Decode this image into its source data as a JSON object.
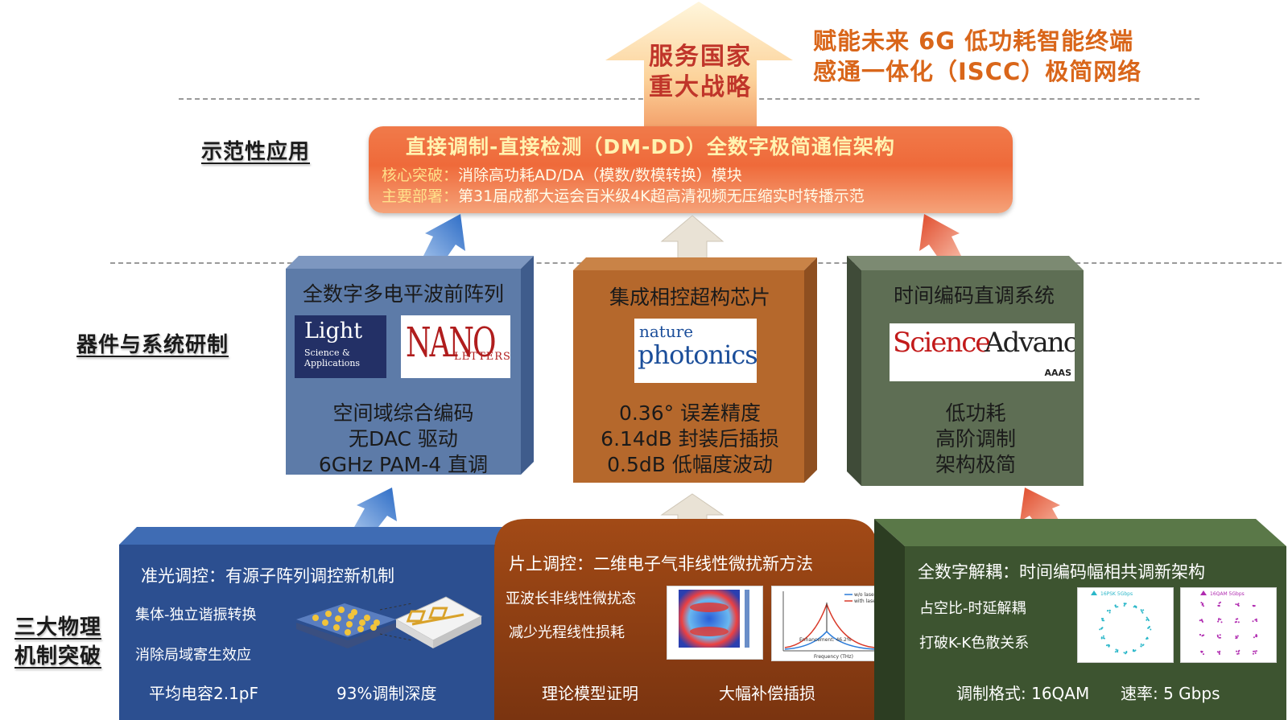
{
  "top": {
    "arrow_text_1": "服务国家",
    "arrow_text_2": "重大战略",
    "goal_line_1": "赋能未来 6G 低功耗智能终端",
    "goal_line_2": "感通一体化（ISCC）极简网络"
  },
  "layers": {
    "application": "示范性应用",
    "device": "器件与系统研制",
    "physics_line_1": "三大物理",
    "physics_line_2": "机制突破"
  },
  "application": {
    "title": "直接调制-直接检测（DM-DD）全数字极简通信架构",
    "breakthrough_key": "核心突破：",
    "breakthrough_val": "消除高功耗AD/DA（模数/数模转换）模块",
    "deploy_key": "主要部署：",
    "deploy_val": "第31届成都大运会百米级4K超高清视频无压缩实时转播示范"
  },
  "devices": [
    {
      "title": "全数字多电平波前阵列",
      "lines": [
        "空间域综合编码",
        "无DAC 驱动",
        "6GHz PAM-4 直调"
      ],
      "logo1": {
        "big": "Light",
        "small1": "Science &",
        "small2": "Applications"
      },
      "logo2": {
        "big": "NANO",
        "small": "LETTERS"
      },
      "color": "#5876a4"
    },
    {
      "title": "集成相控超构芯片",
      "lines": [
        "0.36° 误差精度",
        "6.14dB 封装后插损",
        "0.5dB 低幅度波动"
      ],
      "logo": {
        "line1": "nature",
        "line2": "photonics"
      },
      "color": "#b76a2f"
    },
    {
      "title": "时间编码直调系统",
      "lines": [
        "低功耗",
        "高阶调制",
        "架构极简"
      ],
      "logo": {
        "line1": "Science",
        "line2": "Advances",
        "tag": "AAAS"
      },
      "color": "#5f6e55"
    }
  ],
  "mechanisms": [
    {
      "title": "准光调控：有源子阵列调控新机制",
      "items": [
        "集体-独立谐振转换",
        "消除局域寄生效应"
      ],
      "bottom": [
        "平均电容2.1pF",
        "93%调制深度"
      ]
    },
    {
      "title": "片上调控：二维电子气非线性微扰新方法",
      "items": [
        "亚波长非线性微扰态",
        "减少光程线性损耗"
      ],
      "bottom": [
        "理论模型证明",
        "大幅补偿插损"
      ],
      "plot_legend": [
        "w/o laser",
        "with laser"
      ],
      "plot_note": "Enhancement: 46.2%",
      "plot_xlabel": "Frequency (THz)"
    },
    {
      "title": "全数字解耦：时间编码幅相共调新架构",
      "items": [
        "占空比-时延解耦",
        "打破K-K色散关系"
      ],
      "bottom": [
        "调制格式: 16QAM",
        "速率: 5 Gbps"
      ],
      "plot1_title": "16PSK 5Gbps",
      "plot2_title": "16QAM 5Gbps"
    }
  ],
  "colors": {
    "orange_text": "#d9661a",
    "blue_device": "#5876a4",
    "brown_device": "#b76a2f",
    "green_device": "#5f6e55",
    "blue_bottom": "#2a4a86",
    "brown_bottom": "#8b3d10",
    "green_bottom": "#3d5230"
  },
  "icons": [
    "arrow-up-orange-icon",
    "arrow-up-blue-icon",
    "arrow-up-beige-icon",
    "arrow-up-red-icon"
  ]
}
